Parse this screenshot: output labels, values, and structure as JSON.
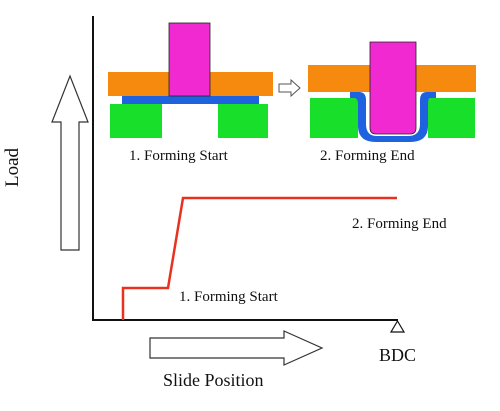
{
  "diagram": {
    "axis_y_label": "Load",
    "axis_x_label": "Slide Position",
    "bdc_label": "BDC",
    "stage_forming_start_caption": "1. Forming Start",
    "stage_forming_end_caption": "2. Forming End",
    "curve_forming_start_label": "1. Forming Start",
    "curve_forming_end_label": "2. Forming End"
  },
  "colors": {
    "punch": "#f02ad0",
    "die_plate": "#f58a0f",
    "blank": "#1e62e0",
    "lower_die": "#18df2a",
    "load_curve": "#e8321f",
    "axis": "#111111"
  }
}
